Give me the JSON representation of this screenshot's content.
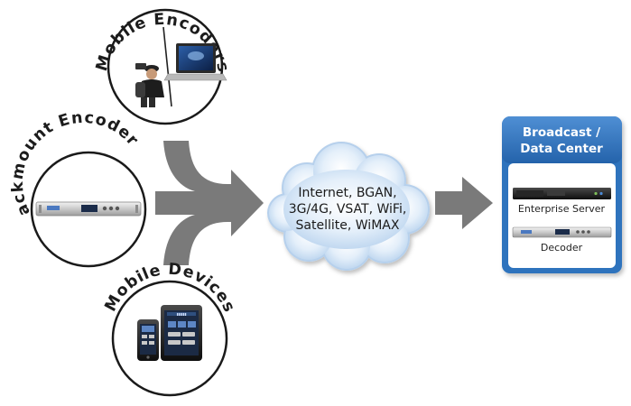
{
  "circles": {
    "mobile_encoders": {
      "label": "Mobile Encoders"
    },
    "rackmount_encoders": {
      "label": "Rackmount Encoders"
    },
    "mobile_devices": {
      "label": "Mobile Devices"
    }
  },
  "cloud": {
    "lines": [
      "Internet, BGAN,",
      "3G/4G, VSAT, WiFi,",
      "Satellite, WiMAX"
    ]
  },
  "data_center": {
    "title_lines": [
      "Broadcast /",
      "Data Center"
    ],
    "devices": [
      {
        "caption": "Enterprise Server"
      },
      {
        "caption": "Decoder"
      }
    ]
  },
  "colors": {
    "arrow": "#7a7a7a",
    "dc_border": "#2b6fb8",
    "dc_header": "#2e73bd",
    "cloud_fill": "#d8e8f8",
    "cloud_stroke": "#8ab3df"
  }
}
